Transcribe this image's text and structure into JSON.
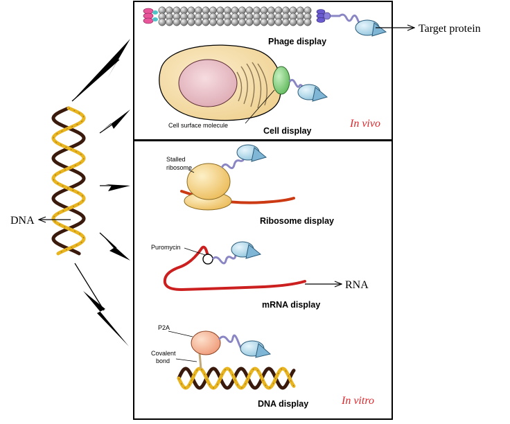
{
  "labels": {
    "target_protein": "Target protein",
    "phage_display": "Phage display",
    "cell_surface_molecule": "Cell surface molecule",
    "cell_display": "Cell display",
    "in_vivo": "In vivo",
    "stalled_ribosome_line1": "Stalled",
    "stalled_ribosome_line2": "ribosome",
    "ribosome_display": "Ribosome display",
    "puromycin": "Puromycin",
    "rna": "RNA",
    "mrna_display": "mRNA display",
    "p2a": "P2A",
    "covalent_bond_line1": "Covalent",
    "covalent_bond_line2": "bond",
    "dna_display": "DNA display",
    "in_vitro": "In vitro",
    "dna": "DNA"
  },
  "colors": {
    "in_vivo_vitro_text": "#e0262b",
    "strand_gold": "#e8b420",
    "strand_dark": "#3a1a0c",
    "mrna_red": "#cc1f1f",
    "protein_blue": "#b4dcee",
    "linker": "#8a86c4",
    "cell_body": "#f4deaa",
    "nucleus": "#eec4cc",
    "cell_molecule": "#8fd68a",
    "ribosome": "#f5cd74",
    "p2a_fill": "#f6b08c"
  }
}
